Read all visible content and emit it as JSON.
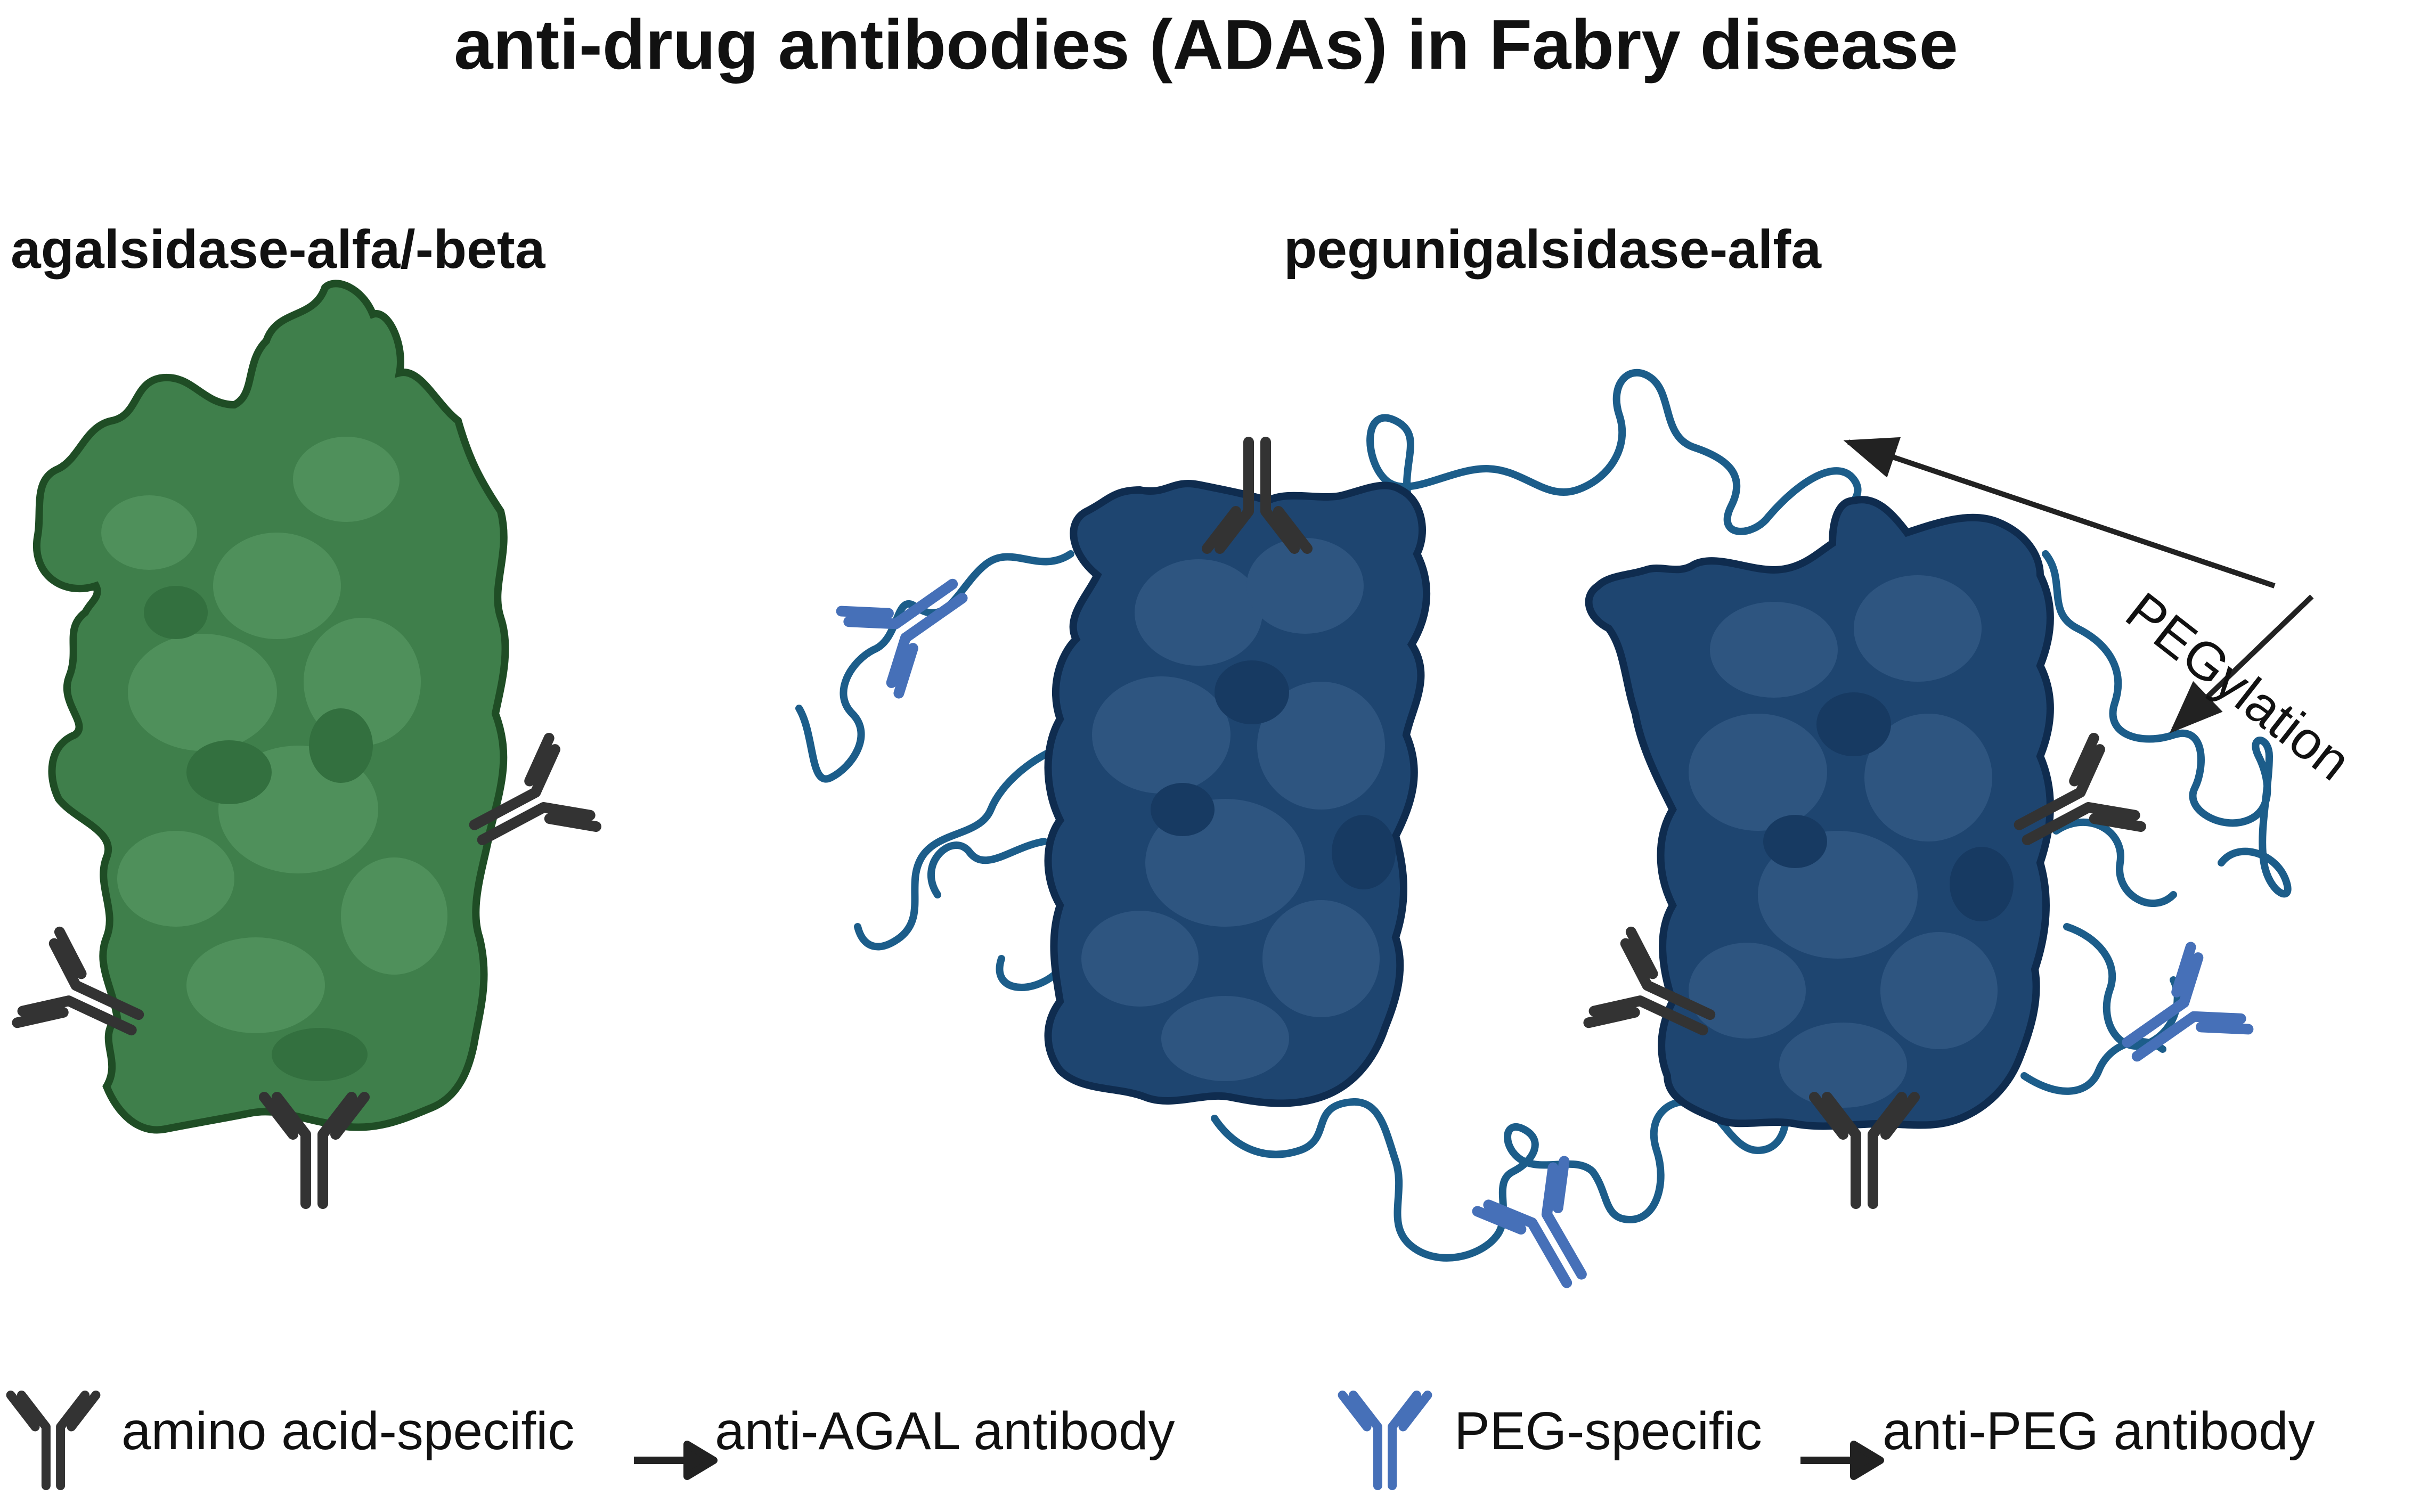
{
  "title": "anti-drug antibodies (ADAs) in Fabry disease",
  "panels": {
    "left": {
      "title": "agalsidase-alfa/-beta"
    },
    "right": {
      "title": "pegunigalsidase-alfa",
      "annotation": "PEGylation"
    }
  },
  "legend": {
    "amino_acid": {
      "label": "amino acid-specific",
      "result": "anti-AGAL antibody"
    },
    "peg": {
      "label": "PEG-specific",
      "result": "anti-PEG antibody"
    }
  },
  "colors": {
    "green_protein": "#3f7f4b",
    "green_outline": "#1f4d25",
    "blue_protein": "#1e4570",
    "blue_outline": "#0f2c4f",
    "peg_chain": "#1c5d8a",
    "aa_antibody": "#333333",
    "peg_antibody": "#4670b8",
    "arrow": "#222222"
  },
  "icons": [
    "antibody-icon",
    "arrow-right-icon",
    "arrow-icon",
    "protein-blob-icon",
    "peg-chain-icon"
  ]
}
